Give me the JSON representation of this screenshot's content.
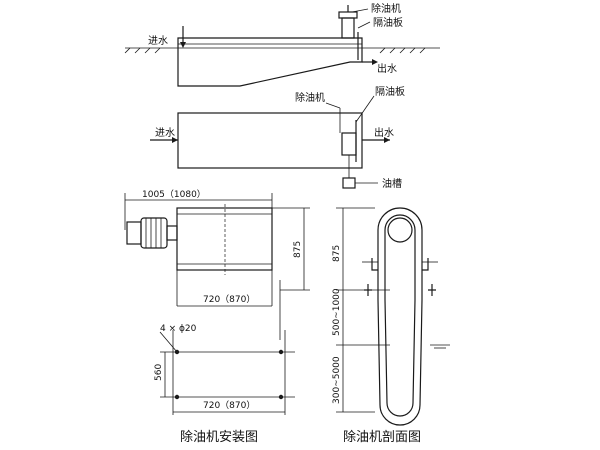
{
  "top_view": {
    "inlet": "进水",
    "outlet": "出水",
    "oil_remover": "除油机",
    "oil_baffle": "隔油板"
  },
  "plan_view": {
    "inlet": "进水",
    "outlet": "出水",
    "oil_remover": "除油机",
    "oil_baffle": "隔油板",
    "oil_trough": "油槽"
  },
  "install_view": {
    "dim_width": "1005（1080）",
    "dim_height": "875",
    "dim_inner": "720（870）",
    "hole_spec": "4 × ϕ20",
    "dim_560": "560",
    "dim_bottom": "720（870）",
    "caption": "除油机安装图"
  },
  "section_view": {
    "dim_875": "875",
    "dim_500_1000": "500~1000",
    "dim_300_5000": "300~5000",
    "caption": "除油机剖面图"
  }
}
